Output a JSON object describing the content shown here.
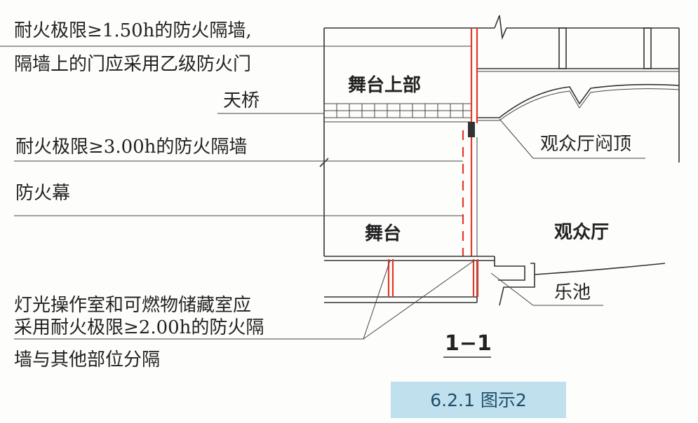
{
  "labels": {
    "wall_150_line1": "耐火极限≥1.50h的防火隔墙,",
    "wall_150_line2": "隔墙上的门应采用乙级防火门",
    "bridge": "天桥",
    "wall_300": "耐火极限≥3.00h的防火隔墙",
    "curtain": "防火幕",
    "stage_upper": "舞台上部",
    "ceiling": "观众厅闷顶",
    "auditorium": "观众厅",
    "stage": "舞台",
    "pit": "乐池",
    "note_line1": "灯光操作室和可燃物储藏室应",
    "note_line2": "采用耐火极限≥2.00h的防火隔",
    "note_line3": "墙与其他部位分隔",
    "section": "1−1"
  },
  "caption": "6.2.1 图示2",
  "colors": {
    "fire_wall": "#e23a2a",
    "caption_bg": "#bfe0ec",
    "caption_text": "#1f4e6a"
  }
}
